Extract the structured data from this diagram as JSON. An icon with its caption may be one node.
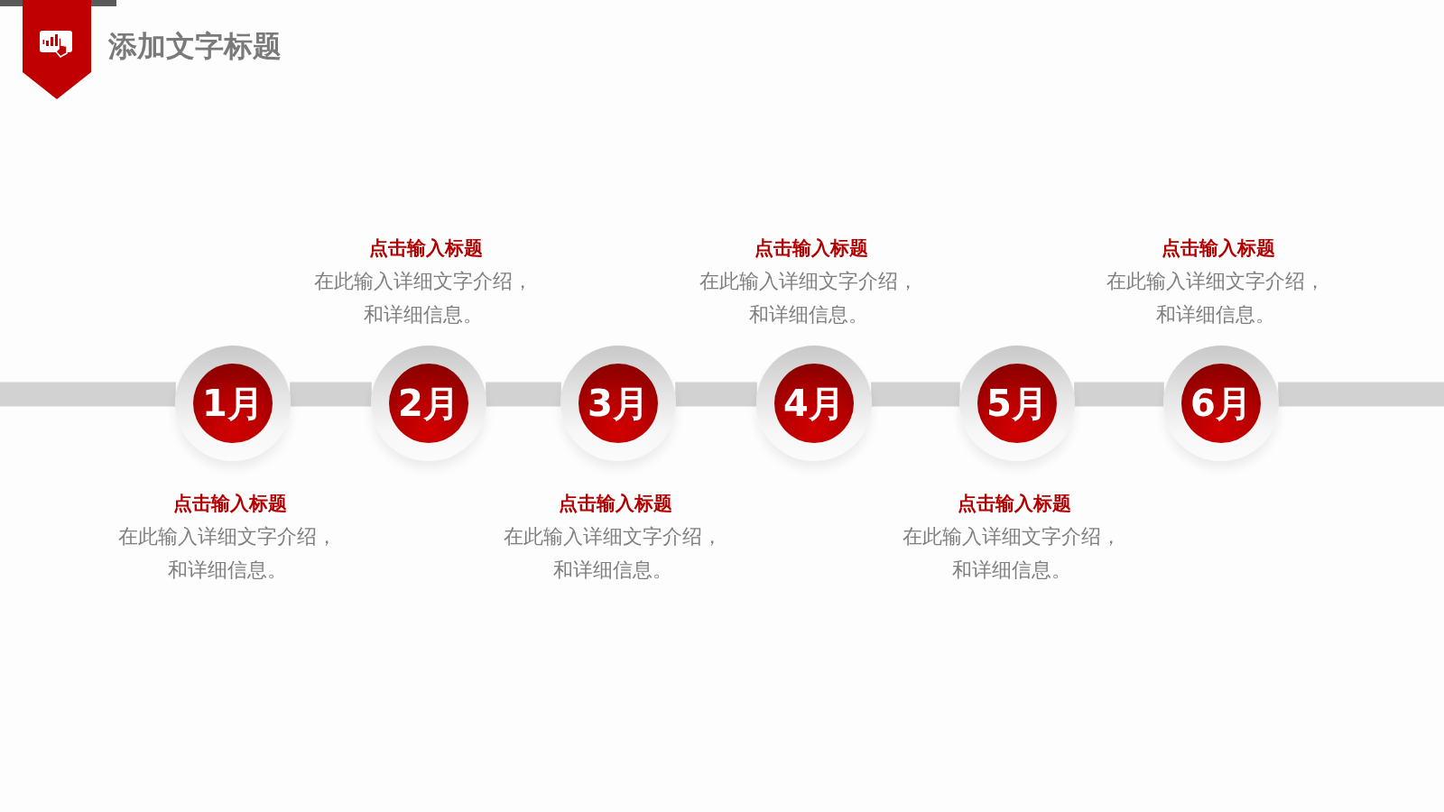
{
  "diagram": {
    "title": "添加文字标题",
    "nodes": [
      {
        "text": [
          "1月"
        ],
        "beside": [
          "点击输入标题",
          "在此输入详细文字介绍，和详细信息。"
        ]
      },
      {
        "text": [
          "2月"
        ],
        "beside": [
          "点击输入标题",
          "在此输入详细文字介绍，和详细信息。"
        ]
      },
      {
        "text": [
          "3月"
        ],
        "beside": [
          "点击输入标题",
          "在此输入详细文字介绍，和详细信息。"
        ]
      },
      {
        "text": [
          "4月"
        ],
        "beside": [
          "点击输入标题",
          "在此输入详细文字介绍，和详细信息。"
        ]
      },
      {
        "text": [
          "5月"
        ],
        "beside": [
          "点击输入标题",
          "在此输入详细文字介绍，和详细信息。"
        ]
      },
      {
        "text": [
          "6月"
        ],
        "beside": [
          "点击输入标题",
          "在此输入详细文字介绍，和详细信息。"
        ]
      }
    ],
    "edges": [
      {
        "from": null,
        "to": 0,
        "arrow": "none"
      },
      {
        "from": 0,
        "to": 1,
        "arrow": "none"
      },
      {
        "from": 1,
        "to": 2,
        "arrow": "none"
      },
      {
        "from": 2,
        "to": 3,
        "arrow": "none"
      },
      {
        "from": 3,
        "to": 4,
        "arrow": "none"
      },
      {
        "from": 4,
        "to": 5,
        "arrow": "none"
      },
      {
        "from": 5,
        "to": null,
        "arrow": "none"
      }
    ]
  }
}
